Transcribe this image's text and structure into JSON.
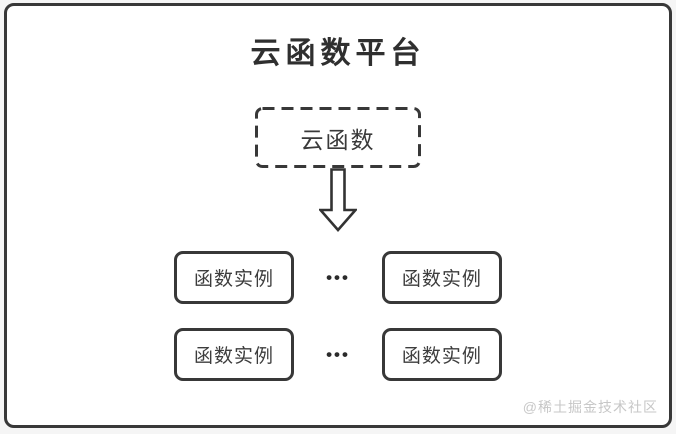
{
  "title": "云函数平台",
  "node": {
    "label": "云函数"
  },
  "rows": [
    {
      "left": "函数实例",
      "separator": "•••",
      "right": "函数实例"
    },
    {
      "left": "函数实例",
      "separator": "•••",
      "right": "函数实例"
    }
  ],
  "watermark": "@稀土掘金技术社区",
  "colors": {
    "border": "#383838",
    "text": "#333333",
    "watermark": "#c7c7c7",
    "card_background": "#ffffff",
    "page_background": "#f5f5f5"
  }
}
